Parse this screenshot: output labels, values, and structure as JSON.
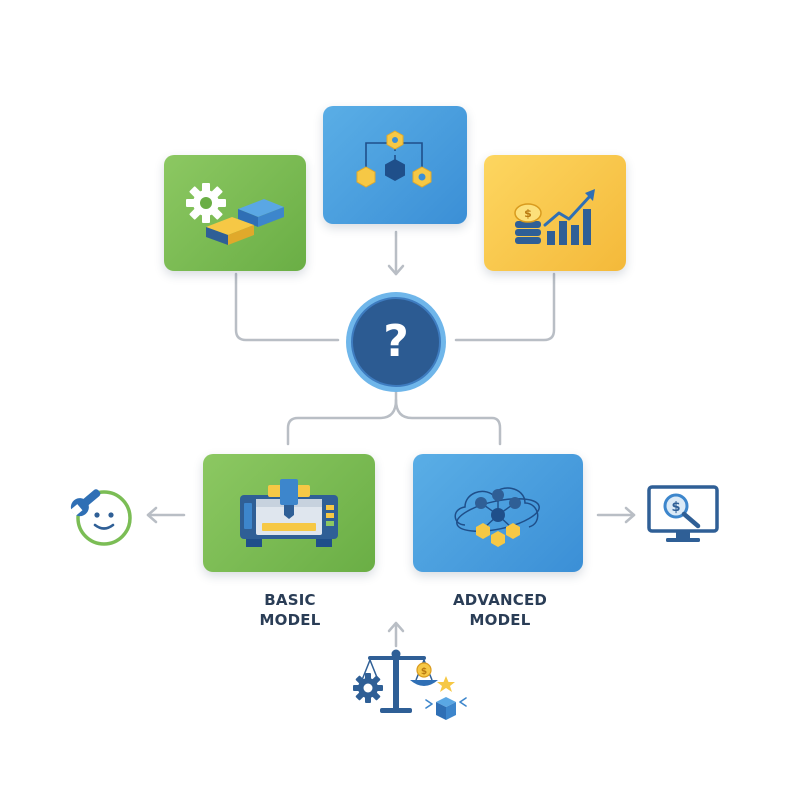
{
  "labels": {
    "basic_line1": "BASIC",
    "basic_line2": "MODEL",
    "advanced_line1": "ADVANCED",
    "advanced_line2": "MODEL"
  },
  "center": {
    "symbol": "?"
  },
  "icons": {
    "top_left": "gear-and-blocks-icon",
    "top_center": "hexagon-network-icon",
    "top_right": "coins-growth-chart-icon",
    "center": "question-mark-icon",
    "basic": "cnc-machine-icon",
    "advanced": "neural-network-cloud-icon",
    "left": "smiley-wrench-icon",
    "right": "monitor-dollar-search-icon",
    "bottom": "balance-scale-icon"
  },
  "colors": {
    "green": "#7bbd55",
    "blue": "#4a9fe0",
    "yellow": "#f8c84a",
    "navy": "#2c5b92",
    "connector": "#b9bec5"
  }
}
